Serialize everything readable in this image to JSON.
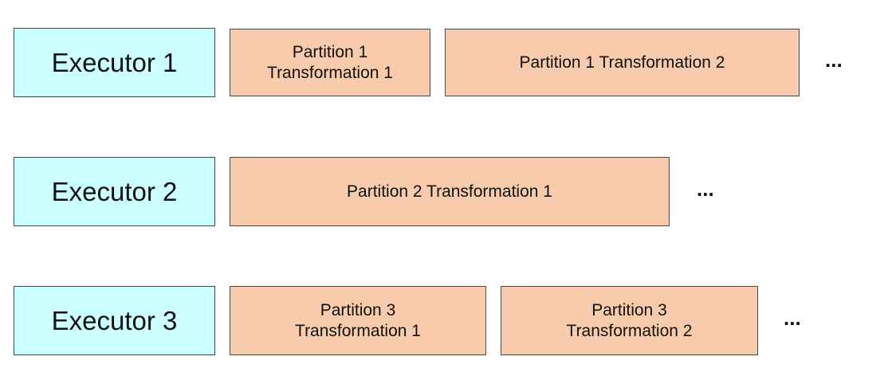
{
  "colors": {
    "executor_fill": "#ccffff",
    "task_fill": "#f7cbac",
    "border": "#4a4a4a",
    "text": "#111111"
  },
  "rows": [
    {
      "executor": "Executor 1",
      "tasks": [
        "Partition 1\nTransformation 1",
        "Partition 1 Transformation 2"
      ],
      "ellipsis": "..."
    },
    {
      "executor": "Executor 2",
      "tasks": [
        "Partition 2 Transformation 1"
      ],
      "ellipsis": "..."
    },
    {
      "executor": "Executor 3",
      "tasks": [
        "Partition 3\nTransformation 1",
        "Partition 3\nTransformation 2"
      ],
      "ellipsis": "..."
    }
  ]
}
